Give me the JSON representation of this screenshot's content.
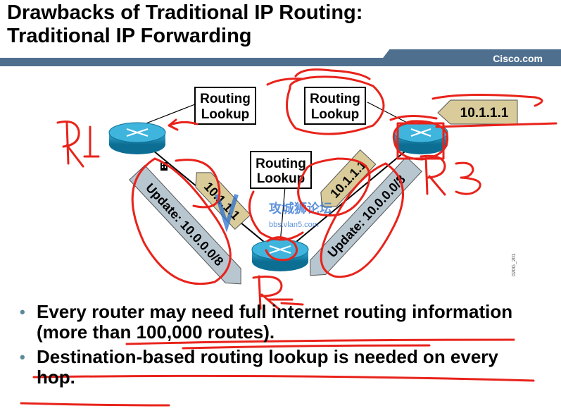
{
  "title_line1": "Drawbacks of Traditional IP Routing:",
  "title_line2": "Traditional IP Forwarding",
  "brand": "Cisco.com",
  "routing_lookup_line1": "Routing",
  "routing_lookup_line2": "Lookup",
  "packet_label": "10.1.1.1",
  "update_label": "Update: 10.0.0.0/8",
  "figure_code": "020G_201",
  "bullets": [
    "Every router may need full internet routing information (more than 100,000 routes).",
    "Destination-based routing lookup is needed on every hop."
  ],
  "annotations": {
    "r1": "R1",
    "r2": "R2",
    "r3": "R3"
  },
  "watermark": {
    "cn": "攻城狮论坛",
    "url": "bbs.vlan5.com"
  },
  "colors": {
    "banner": "#4f6f8f",
    "router": "#1a8fb8",
    "tag": "#d9cc9a",
    "update": "#b8c6d0",
    "ink": "#e8231b"
  }
}
